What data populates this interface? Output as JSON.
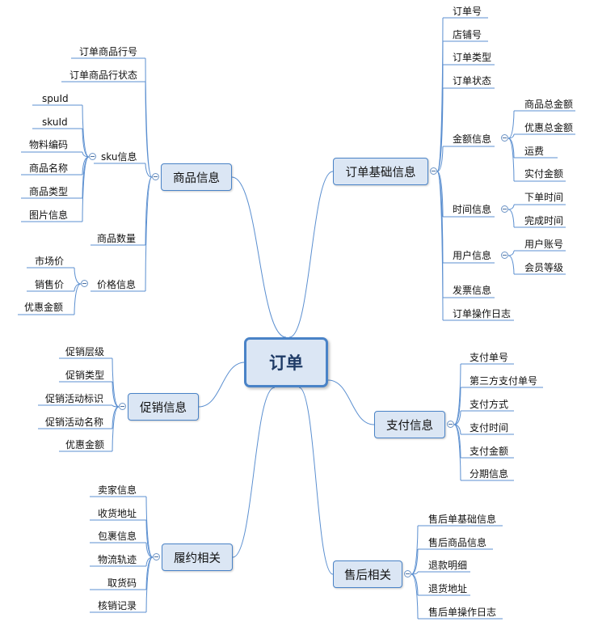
{
  "root": "订单",
  "branches": {
    "basic": {
      "label": "订单基础信息",
      "items": [
        "订单号",
        "店铺号",
        "订单类型",
        "订单状态",
        "金额信息",
        "时间信息",
        "用户信息",
        "发票信息",
        "订单操作日志"
      ],
      "amount": [
        "商品总金额",
        "优惠总金额",
        "运费",
        "实付金额"
      ],
      "time": [
        "下单时间",
        "完成时间"
      ],
      "user": [
        "用户账号",
        "会员等级"
      ]
    },
    "goods": {
      "label": "商品信息",
      "items": [
        "订单商品行号",
        "订单商品行状态",
        "sku信息",
        "商品数量",
        "价格信息"
      ],
      "sku": [
        "spuId",
        "skuId",
        "物料编码",
        "商品名称",
        "商品类型",
        "图片信息"
      ],
      "price": [
        "市场价",
        "销售价",
        "优惠金额"
      ]
    },
    "promo": {
      "label": "促销信息",
      "items": [
        "促销层级",
        "促销类型",
        "促销活动标识",
        "促销活动名称",
        "优惠金额"
      ]
    },
    "fulfil": {
      "label": "履约相关",
      "items": [
        "卖家信息",
        "收货地址",
        "包裹信息",
        "物流轨迹",
        "取货码",
        "核销记录"
      ]
    },
    "pay": {
      "label": "支付信息",
      "items": [
        "支付单号",
        "第三方支付单号",
        "支付方式",
        "支付时间",
        "支付金额",
        "分期信息"
      ]
    },
    "after": {
      "label": "售后相关",
      "items": [
        "售后单基础信息",
        "售后商品信息",
        "退款明细",
        "退货地址",
        "售后单操作日志"
      ]
    }
  },
  "colors": {
    "line": "#5b8fd0",
    "node_fill": "#dbe6f4",
    "node_border": "#4a83c7"
  }
}
